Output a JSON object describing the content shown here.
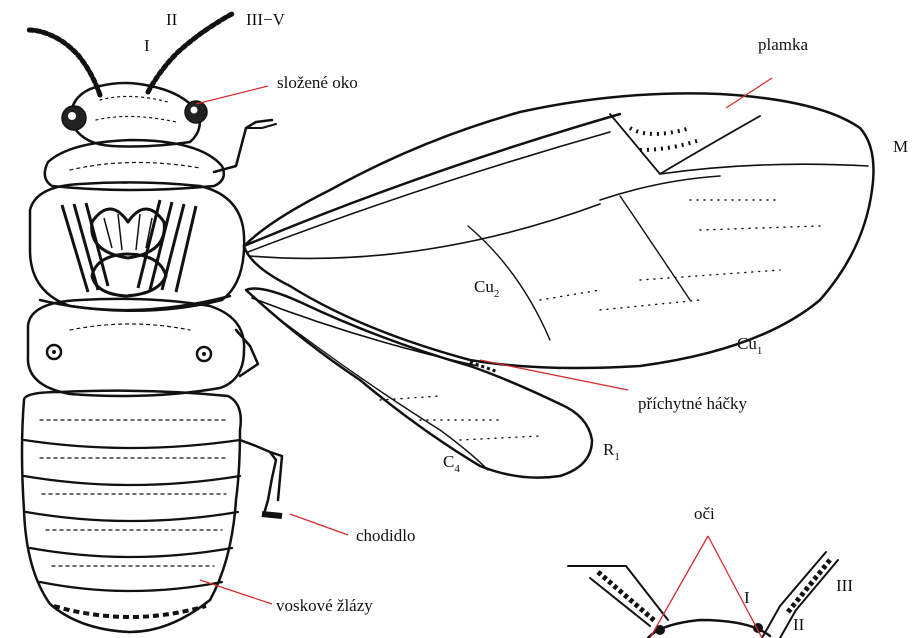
{
  "colors": {
    "ink": "#111111",
    "leader": "#d62d2d",
    "background": "#ffffff"
  },
  "antenna_labels": {
    "i": "I",
    "ii": "II",
    "iii_v": "III−V"
  },
  "labels": {
    "compound_eye": "složené oko",
    "stigma": "plamka",
    "m": "M",
    "cu2_base": "Cu",
    "cu2_sub": "2",
    "cu1_base": "Cu",
    "cu1_sub": "1",
    "hooks": "příchytné háčky",
    "r1_base": "R",
    "r1_sub": "1",
    "c4_base": "C",
    "c4_sub": "4",
    "foot": "chodidlo",
    "wax_glands": "voskové žlázy"
  },
  "inset": {
    "eyes": "oči",
    "i": "I",
    "ii": "II",
    "iii": "III"
  }
}
